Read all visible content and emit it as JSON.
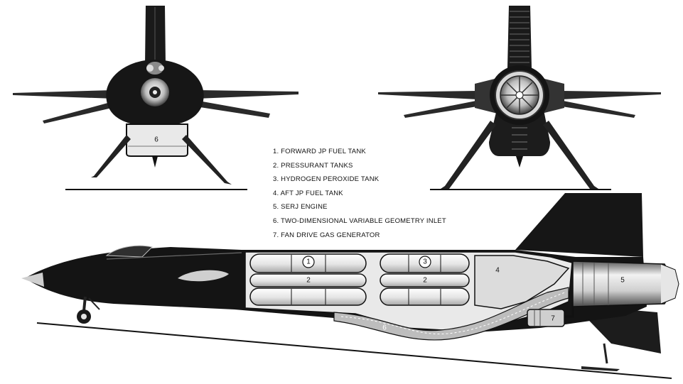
{
  "legend": {
    "items": [
      "1. FORWARD JP FUEL TANK",
      "2. PRESSURANT TANKS",
      "3. HYDROGEN PEROXIDE TANK",
      "4. AFT JP FUEL TANK",
      "5. SERJ ENGINE",
      "6. TWO-DIMENSIONAL VARIABLE GEOMETRY INLET",
      "7. FAN DRIVE GAS GENERATOR"
    ]
  },
  "callouts": {
    "front_inlet": "6",
    "tank_1": "1",
    "tank_2_fwd": "2",
    "tank_3": "3",
    "tank_2_aft": "2",
    "tank_4": "4",
    "engine_5": "5",
    "gas_gen_7": "7",
    "inlet_6": "6"
  },
  "colors": {
    "ink": "#111111",
    "metal_light": "#e6e6e6",
    "metal_mid": "#9a9a9a",
    "paper": "#ffffff"
  }
}
